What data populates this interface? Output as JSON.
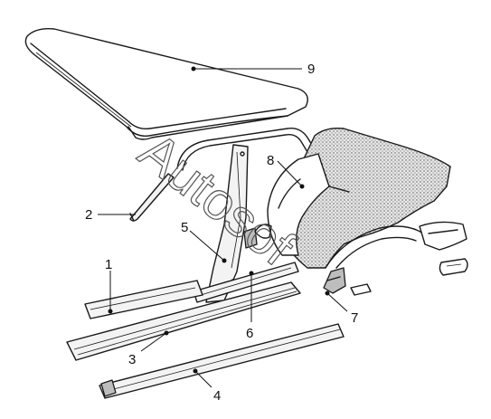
{
  "watermark": {
    "text": "Autosof"
  },
  "callouts": [
    {
      "id": "1",
      "label": "1"
    },
    {
      "id": "2",
      "label": "2"
    },
    {
      "id": "3",
      "label": "3"
    },
    {
      "id": "4",
      "label": "4"
    },
    {
      "id": "5",
      "label": "5"
    },
    {
      "id": "6",
      "label": "6"
    },
    {
      "id": "7",
      "label": "7"
    },
    {
      "id": "8",
      "label": "8"
    },
    {
      "id": "9",
      "label": "9"
    }
  ]
}
